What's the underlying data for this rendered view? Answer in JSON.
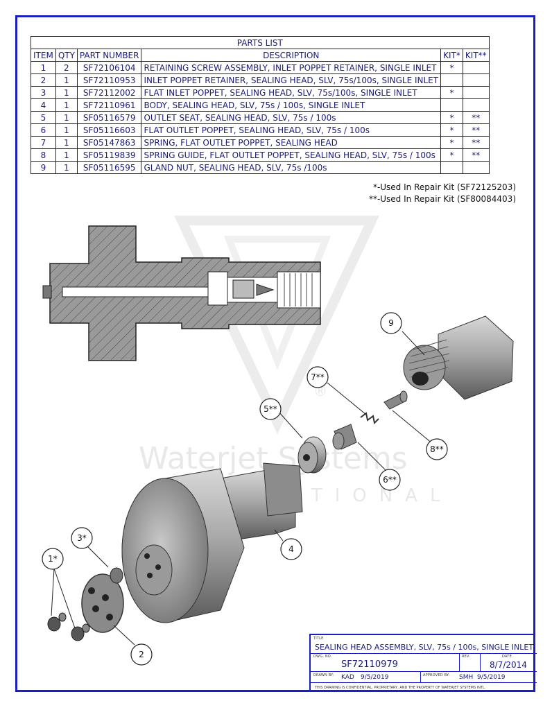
{
  "parts_list": {
    "title": "PARTS LIST",
    "headers": [
      "ITEM",
      "QTY",
      "PART NUMBER",
      "DESCRIPTION",
      "KIT*",
      "KIT**"
    ],
    "rows": [
      [
        "1",
        "2",
        "SF72106104",
        "RETAINING SCREW ASSEMBLY, INLET POPPET RETAINER, SINGLE INLET",
        "*",
        ""
      ],
      [
        "2",
        "1",
        "SF72110953",
        "INLET POPPET RETAINER, SEALING HEAD, SLV, 75s/100s, SINGLE INLET",
        "",
        ""
      ],
      [
        "3",
        "1",
        "SF72112002",
        "FLAT INLET POPPET, SEALING HEAD, SLV, 75s/100s, SINGLE INLET",
        "*",
        ""
      ],
      [
        "4",
        "1",
        "SF72110961",
        "BODY, SEALING HEAD, SLV, 75s / 100s, SINGLE INLET",
        "",
        ""
      ],
      [
        "5",
        "1",
        "SF05116579",
        "OUTLET SEAT, SEALING HEAD, SLV, 75s / 100s",
        "*",
        "**"
      ],
      [
        "6",
        "1",
        "SF05116603",
        "FLAT OUTLET POPPET, SEALING HEAD, SLV, 75s / 100s",
        "*",
        "**"
      ],
      [
        "7",
        "1",
        "SF05147863",
        "SPRING, FLAT OUTLET POPPET, SEALING HEAD",
        "*",
        "**"
      ],
      [
        "8",
        "1",
        "SF05119839",
        "SPRING GUIDE, FLAT OUTLET POPPET, SEALING HEAD, SLV, 75s / 100s",
        "*",
        "**"
      ],
      [
        "9",
        "1",
        "SF05116595",
        "GLAND NUT, SEALING HEAD, SLV, 75s /100s",
        "",
        ""
      ]
    ]
  },
  "notes": {
    "kit1": "*-Used In Repair Kit (SF72125203)",
    "kit2": "**-Used In Repair Kit (SF80084403)"
  },
  "callouts": {
    "c1": "1*",
    "c2": "2",
    "c3": "3*",
    "c4": "4",
    "c5": "5**",
    "c6": "6**",
    "c7": "7**",
    "c8": "8**",
    "c9": "9"
  },
  "watermark": {
    "name": "Waterjet Systems",
    "sub": "INTERNATIONAL",
    "reg": "®"
  },
  "title_block": {
    "title_label": "TITLE",
    "title": "SEALING HEAD ASSEMBLY, SLV, 75s / 100s, SINGLE INLET",
    "dwg_label": "DWG. NO.",
    "dwg_no": "SF72110979",
    "rev_label": "REV.",
    "rev": "",
    "date_label": "DATE",
    "date": "8/7/2014",
    "drawn_label": "DRAWN BY:",
    "drawn_by": "KAD",
    "drawn_date": "9/5/2019",
    "approved_label": "APPROVED BY:",
    "approved_by": "SMH",
    "approved_date": "9/5/2019",
    "confidential": "THIS DRAWING IS CONFIDENTIAL, PROPRIETARY, AND THE PROPERTY OF WATERJET SYSTEMS INTL."
  },
  "colors": {
    "border": "#1d1dc4",
    "text": "#1a1a7a",
    "metal": "#8c8c8c"
  }
}
